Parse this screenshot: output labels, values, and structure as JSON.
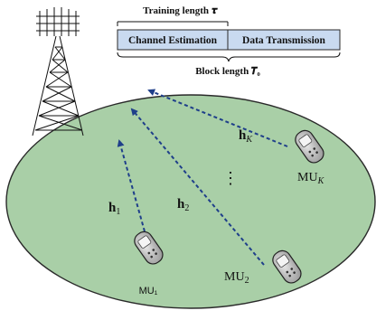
{
  "frame": {
    "training_length_label": "Training length 𝝉",
    "block_length_label": "Block length 𝑻₀",
    "channel_estimation_label": "Channel Estimation",
    "data_transmission_label": "Data Transmission"
  },
  "channels": {
    "h1": "h",
    "h1_sub": "1",
    "h2": "h",
    "h2_sub": "2",
    "hK": "h",
    "hK_sub": "K"
  },
  "users": {
    "mu1": "MU₁",
    "mu2": "MU",
    "mu2_sub": "2",
    "muK": "MU",
    "muK_sub": "K",
    "ellipsis": "⋮"
  },
  "colors": {
    "cell_fill": "#a9cfa7",
    "frame_fill": "#c9daf0",
    "arrow": "#1f3f8a"
  }
}
